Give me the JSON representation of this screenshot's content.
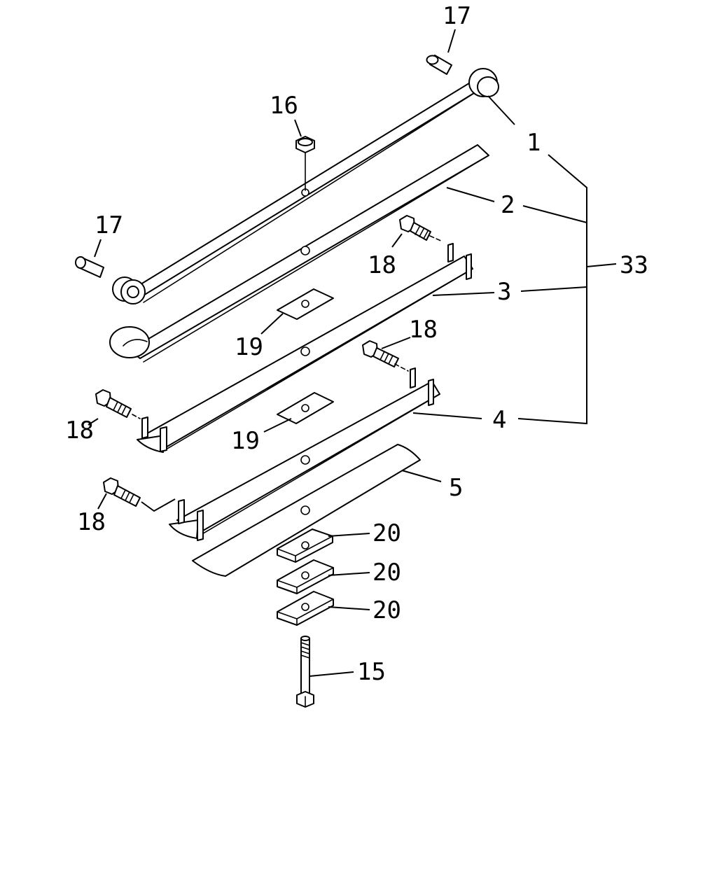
{
  "callouts": {
    "c1": "1",
    "c2": "2",
    "c3": "3",
    "c4": "4",
    "c5": "5",
    "c15": "15",
    "c16": "16",
    "c17_top": "17",
    "c17_left": "17",
    "c18_a": "18",
    "c18_b": "18",
    "c18_c": "18",
    "c18_d": "18",
    "c19_a": "19",
    "c19_b": "19",
    "c20_a": "20",
    "c20_b": "20",
    "c20_c": "20",
    "c33": "33"
  }
}
